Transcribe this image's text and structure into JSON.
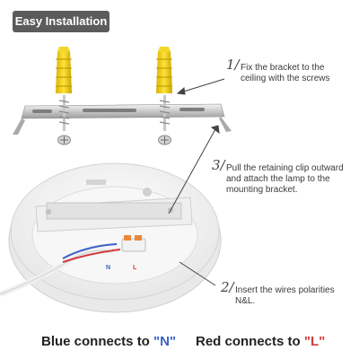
{
  "badge": {
    "label": "Easy Installation"
  },
  "steps": [
    {
      "num": "1/",
      "text": "Fix the bracket to the ceiling with the screws"
    },
    {
      "num": "3/",
      "text": "Pull the retaining clip outward and attach the lamp to the mounting bracket."
    },
    {
      "num": "2/",
      "text": "Insert the wires polarities N&L."
    }
  ],
  "wire_letters": {
    "n": "N",
    "l": "L"
  },
  "footer": {
    "blue_prefix": "Blue connects to ",
    "blue_letter": "\"N\"",
    "red_prefix": "Red connects to ",
    "red_letter": "\"L\""
  },
  "colors": {
    "blue": "#3a5fc8",
    "red": "#d23a3a",
    "anchor": "#f2d21a",
    "badge": "#5b5b5b"
  }
}
